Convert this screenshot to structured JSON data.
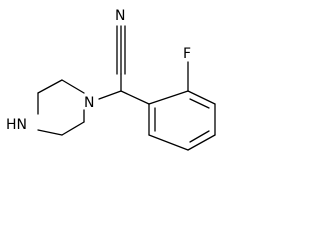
{
  "molecule": {
    "atoms": {
      "nitrile_n": "N",
      "fluorine": "F",
      "piperazine_n1": "N",
      "piperazine_nh": "HN"
    },
    "bond_color": "#000000",
    "background": "#ffffff"
  }
}
